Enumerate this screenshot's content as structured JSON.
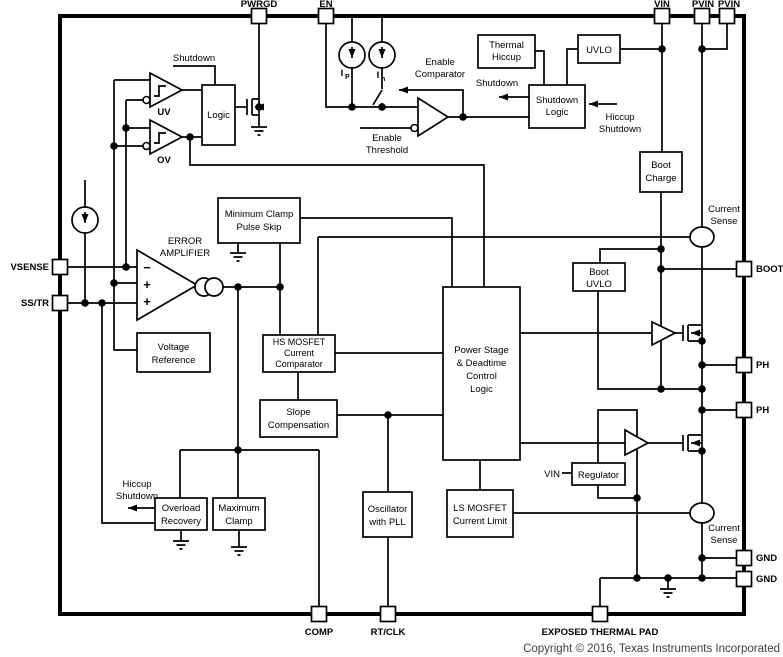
{
  "title": "Functional Block Diagram",
  "colors": {
    "line": "#000000",
    "background": "#ffffff",
    "copyright_text": "#3f3f3f"
  },
  "pins": {
    "pwrgd": "PWRGD",
    "en": "EN",
    "vin": "VIN",
    "pvin1": "PVIN",
    "pvin2": "PVIN",
    "vsense": "VSENSE",
    "sstr": "SS/TR",
    "boot": "BOOT",
    "ph1": "PH",
    "ph2": "PH",
    "gnd1": "GND",
    "gnd2": "GND",
    "comp": "COMP",
    "rtclk": "RT/CLK",
    "pad": "EXPOSED THERMAL PAD"
  },
  "blocks": {
    "logic": {
      "lines": [
        "Logic"
      ]
    },
    "thermal_hiccup": {
      "lines": [
        "Thermal",
        "Hiccup"
      ]
    },
    "uvlo": {
      "lines": [
        "UVLO"
      ]
    },
    "shutdown_logic": {
      "lines": [
        "Shutdown",
        "Logic"
      ]
    },
    "boot_charge": {
      "lines": [
        "Boot",
        "Charge"
      ]
    },
    "min_clamp": {
      "lines": [
        "Minimum Clamp",
        "Pulse Skip"
      ]
    },
    "voltage_ref": {
      "lines": [
        "Voltage",
        "Reference"
      ]
    },
    "hs_comp": {
      "lines": [
        "HS MOSFET",
        "Current",
        "Comparator"
      ]
    },
    "slope_comp": {
      "lines": [
        "Slope",
        "Compensation"
      ]
    },
    "power_stage": {
      "lines": [
        "Power Stage",
        "& Deadtime",
        "Control",
        "Logic"
      ]
    },
    "boot_uvlo": {
      "lines": [
        "Boot",
        "UVLO"
      ]
    },
    "regulator": {
      "lines": [
        "Regulator"
      ]
    },
    "overload": {
      "lines": [
        "Overload",
        "Recovery"
      ]
    },
    "max_clamp": {
      "lines": [
        "Maximum",
        "Clamp"
      ]
    },
    "oscillator": {
      "lines": [
        "Oscillator",
        "with PLL"
      ]
    },
    "ls_limit": {
      "lines": [
        "LS MOSFET",
        "Current Limit"
      ]
    }
  },
  "labels": {
    "shutdown_top": "Shutdown",
    "uv": "UV",
    "ov": "OV",
    "error_amp": [
      "ERROR",
      "AMPLIFIER"
    ],
    "minus": "−",
    "plus1": "+",
    "plus2": "+",
    "i_main": "I",
    "ip_sub": "P",
    "ih_sub": "h",
    "enable_comparator": [
      "Enable",
      "Comparator"
    ],
    "enable_threshold": [
      "Enable",
      "Threshold"
    ],
    "shutdown_out": "Shutdown",
    "hiccup_shutdown_right": [
      "Hiccup",
      "Shutdown"
    ],
    "hiccup_shutdown_left": [
      "Hiccup",
      "Shutdown"
    ],
    "current_sense_top": [
      "Current",
      "Sense"
    ],
    "current_sense_bottom": [
      "Current",
      "Sense"
    ],
    "vin_reg": "VIN"
  },
  "footer": {
    "copyright": "Copyright © 2016, Texas Instruments Incorporated"
  }
}
